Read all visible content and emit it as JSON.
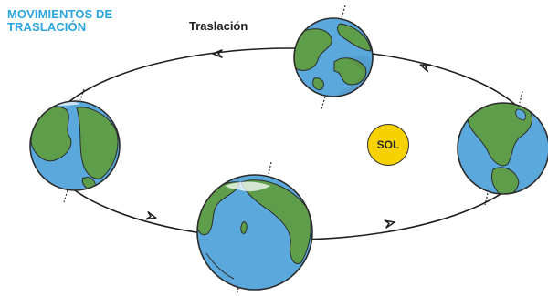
{
  "title": {
    "line1": "MOVIMIENTOS DE",
    "line2": "TRASLACIÓN"
  },
  "orbit_label": "Traslación",
  "sun_label": "SOL",
  "colors": {
    "title": "#2aa5dd",
    "ocean": "#5aa8dc",
    "land": "#5e9e4a",
    "sun": "#f7d100",
    "outline": "#2b2b2b"
  },
  "icons": [
    "earth-globe-icon",
    "orbit-arrow-icon",
    "sun-icon"
  ]
}
